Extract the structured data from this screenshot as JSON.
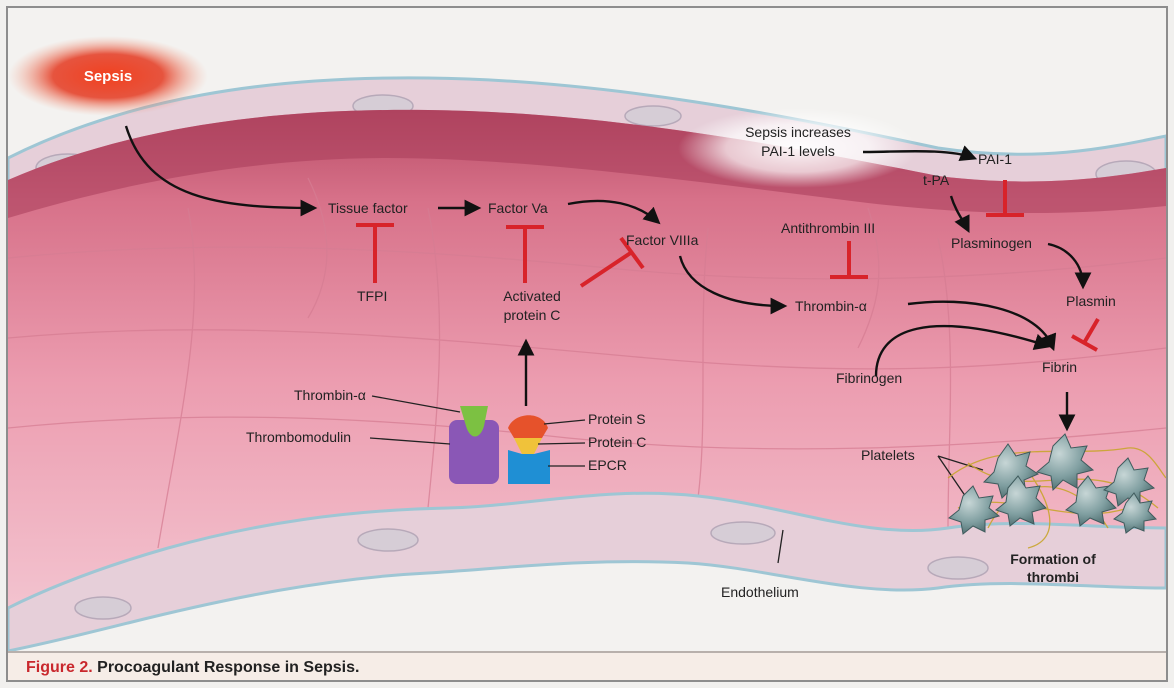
{
  "diagram": {
    "caption_number": "Figure 2.",
    "caption_title": "Procoagulant Response in Sepsis.",
    "labels": {
      "sepsis": "Sepsis",
      "sepsis_increases_line1": "Sepsis increases",
      "sepsis_increases_line2": "PAI-1 levels",
      "pai1": "PAI-1",
      "tpa": "t-PA",
      "tissue_factor": "Tissue factor",
      "factor_va": "Factor Va",
      "factor_viiia": "Factor VIIIa",
      "antithrombin": "Antithrombin III",
      "plasminogen": "Plasminogen",
      "tfpi": "TFPI",
      "activated_protein_c_line1": "Activated",
      "activated_protein_c_line2": "protein C",
      "thrombin_center": "Thrombin-α",
      "plasmin": "Plasmin",
      "fibrinogen": "Fibrinogen",
      "fibrin": "Fibrin",
      "thrombin_left": "Thrombin-α",
      "thrombomodulin": "Thrombomodulin",
      "protein_s": "Protein S",
      "protein_c": "Protein C",
      "epcr": "EPCR",
      "platelets": "Platelets",
      "formation_line1": "Formation of",
      "formation_line2": "thrombi",
      "endothelium": "Endothelium"
    },
    "colors": {
      "inhibition": "#d8232a",
      "arrow": "#111111",
      "vessel_lumen": "#e88fa3",
      "endothelium": "#e5cdd8",
      "sepsis_glow": "#e0371f",
      "thrombomodulin": "#8a57b6",
      "thrombin": "#7cc142",
      "protein_s": "#e6522b",
      "protein_c": "#f0c23a",
      "epcr": "#1f8fd4",
      "platelet": "#7f9ea0"
    }
  }
}
